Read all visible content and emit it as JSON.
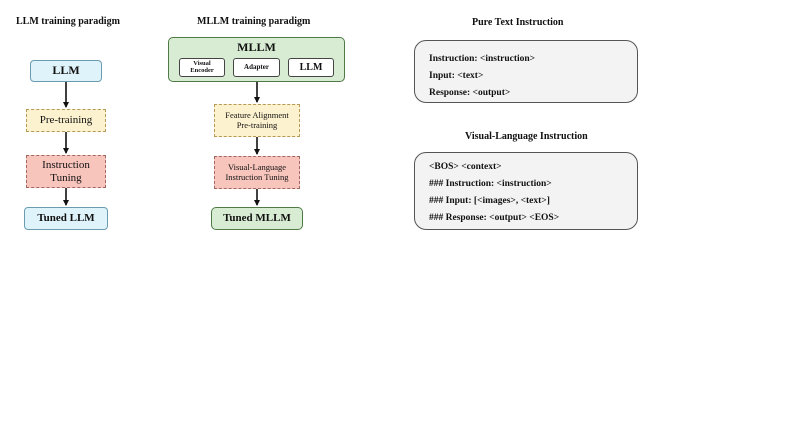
{
  "llm_section": {
    "title": "LLM training paradigm",
    "llm": "LLM",
    "pretraining": "Pre-training",
    "instruction_tuning_line1": "Instruction",
    "instruction_tuning_line2": "Tuning",
    "tuned": "Tuned LLM"
  },
  "mllm_section": {
    "title": "MLLM training paradigm",
    "mllm": "MLLM",
    "visual_encoder_line1": "Visual",
    "visual_encoder_line2": "Encoder",
    "adapter": "Adapter",
    "llm": "LLM",
    "feature_alignment_line1": "Feature Alignment",
    "feature_alignment_line2": "Pre-training",
    "vl_tuning_line1": "Visual-Language",
    "vl_tuning_line2": "Instruction Tuning",
    "tuned": "Tuned MLLM"
  },
  "pure_text": {
    "title": "Pure Text Instruction",
    "lines": [
      "Instruction: <instruction>",
      "Input: <text>",
      "Response: <output>"
    ]
  },
  "vl_instruction": {
    "title": "Visual-Language Instruction",
    "lines": [
      "<BOS> <context>",
      "### Instruction: <instruction>",
      "### Input: [<images>, <text>]",
      "### Response: <output> <EOS>"
    ]
  }
}
